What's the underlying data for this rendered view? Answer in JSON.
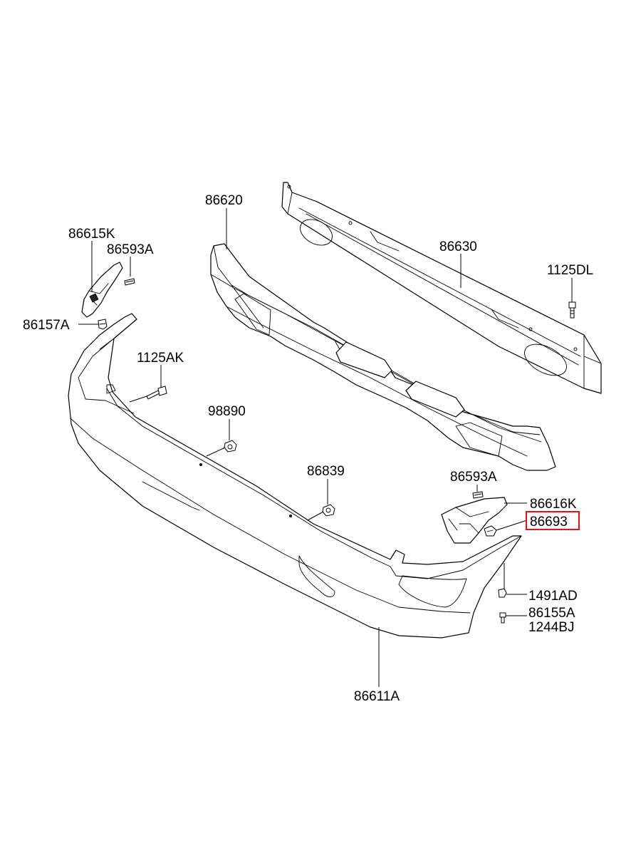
{
  "parts": {
    "p86620": "86620",
    "p86630": "86630",
    "p86615K": "86615K",
    "p86593A_left": "86593A",
    "p1125DL": "1125DL",
    "p86157A": "86157A",
    "p1125AK": "1125AK",
    "p98890": "98890",
    "p86839": "86839",
    "p86593A_right": "86593A",
    "p86616K": "86616K",
    "p86693": "86693",
    "p1491AD": "1491AD",
    "p86155A": "86155A",
    "p1244BJ": "1244BJ",
    "p86611A": "86611A"
  },
  "highlight": {
    "part": "86693",
    "color": "#e8141c"
  }
}
